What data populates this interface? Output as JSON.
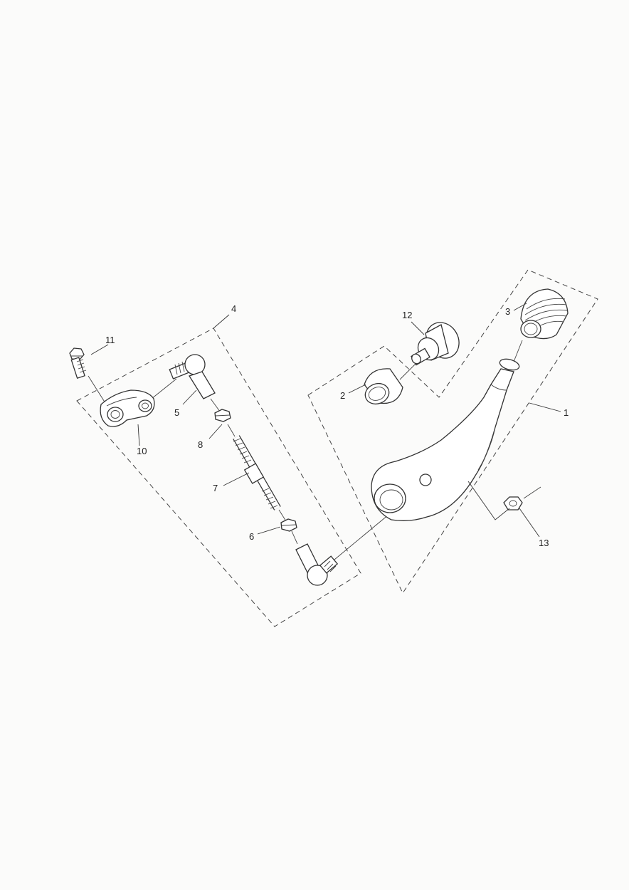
{
  "callouts": {
    "c1": "1",
    "c2": "2",
    "c3": "3",
    "c4": "4",
    "c5": "5",
    "c6": "6",
    "c7": "7",
    "c8": "8",
    "c10": "10",
    "c11": "11",
    "c12": "12",
    "c13": "13"
  }
}
